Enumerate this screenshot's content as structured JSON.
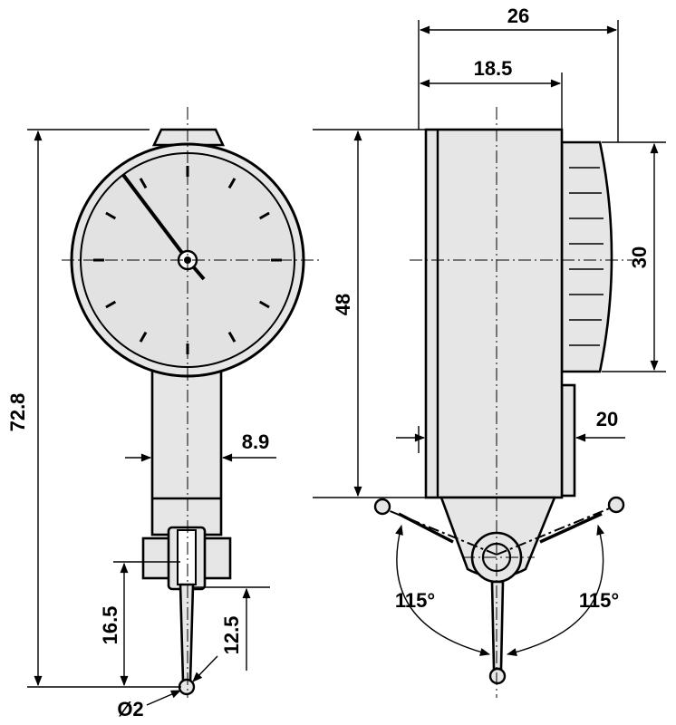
{
  "dimensions": {
    "total_height": "72.8",
    "body_height": "48",
    "stem_width": "8.9",
    "probe_length_long": "16.5",
    "probe_length_short": "12.5",
    "ball_diameter": "Ø2",
    "overall_depth": "26",
    "body_depth": "18.5",
    "dial_width": "30",
    "side_offset": "20",
    "swing_angle_left": "115°",
    "swing_angle_right": "115°"
  }
}
